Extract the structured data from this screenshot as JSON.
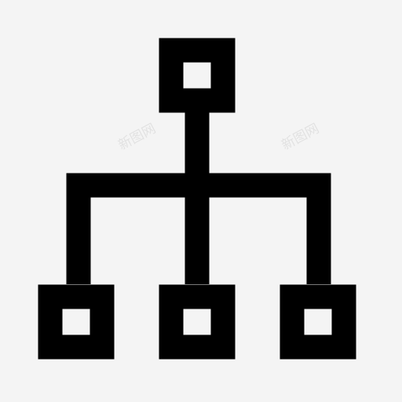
{
  "icon": {
    "name": "hierarchy-org-chart-icon",
    "stroke_color": "#000000",
    "background_color": "#f4f4f4"
  },
  "watermarks": [
    "新图网",
    "新图网",
    "新图网"
  ]
}
